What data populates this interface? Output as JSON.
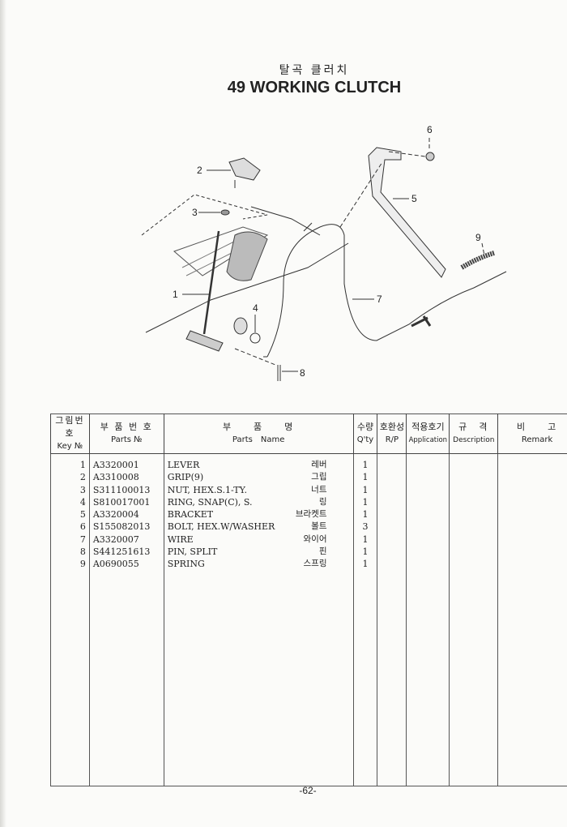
{
  "title": {
    "korean": "탈곡 클러치",
    "english": "49 WORKING CLUTCH"
  },
  "diagram_callouts": [
    "1",
    "2",
    "3",
    "4",
    "5",
    "6",
    "7",
    "8",
    "9"
  ],
  "table": {
    "headers": [
      {
        "ko": "그림번호",
        "en": "Key №"
      },
      {
        "ko": "부 품 번 호",
        "en": "Parts №"
      },
      {
        "ko": "부　　품　　명",
        "en": "Parts　Name"
      },
      {
        "ko": "수량",
        "en": "Q'ty"
      },
      {
        "ko": "호환성",
        "en": "R/P"
      },
      {
        "ko": "적용호기",
        "en": "Application"
      },
      {
        "ko": "규　격",
        "en": "Description"
      },
      {
        "ko": "비　　고",
        "en": "Remark"
      }
    ],
    "rows": [
      {
        "key": "1",
        "part_no": "A3320001",
        "name": "LEVER",
        "name_ko": "레버",
        "qty": "1"
      },
      {
        "key": "2",
        "part_no": "A3310008",
        "name": "GRIP(9)",
        "name_ko": "그립",
        "qty": "1"
      },
      {
        "key": "3",
        "part_no": "S311100013",
        "name": "NUT, HEX.S.1-TY.",
        "name_ko": "너트",
        "qty": "1"
      },
      {
        "key": "4",
        "part_no": "S810017001",
        "name": "RING, SNAP(C), S.",
        "name_ko": "링",
        "qty": "1"
      },
      {
        "key": "5",
        "part_no": "A3320004",
        "name": "BRACKET",
        "name_ko": "브라켓트",
        "qty": "1"
      },
      {
        "key": "6",
        "part_no": "S155082013",
        "name": "BOLT, HEX.W/WASHER",
        "name_ko": "볼트",
        "qty": "3"
      },
      {
        "key": "7",
        "part_no": "A3320007",
        "name": "WIRE",
        "name_ko": "와이어",
        "qty": "1"
      },
      {
        "key": "8",
        "part_no": "S441251613",
        "name": "PIN, SPLIT",
        "name_ko": "핀",
        "qty": "1"
      },
      {
        "key": "9",
        "part_no": "A0690055",
        "name": "SPRING",
        "name_ko": "스프링",
        "qty": "1"
      }
    ]
  },
  "page_number": "-62-"
}
